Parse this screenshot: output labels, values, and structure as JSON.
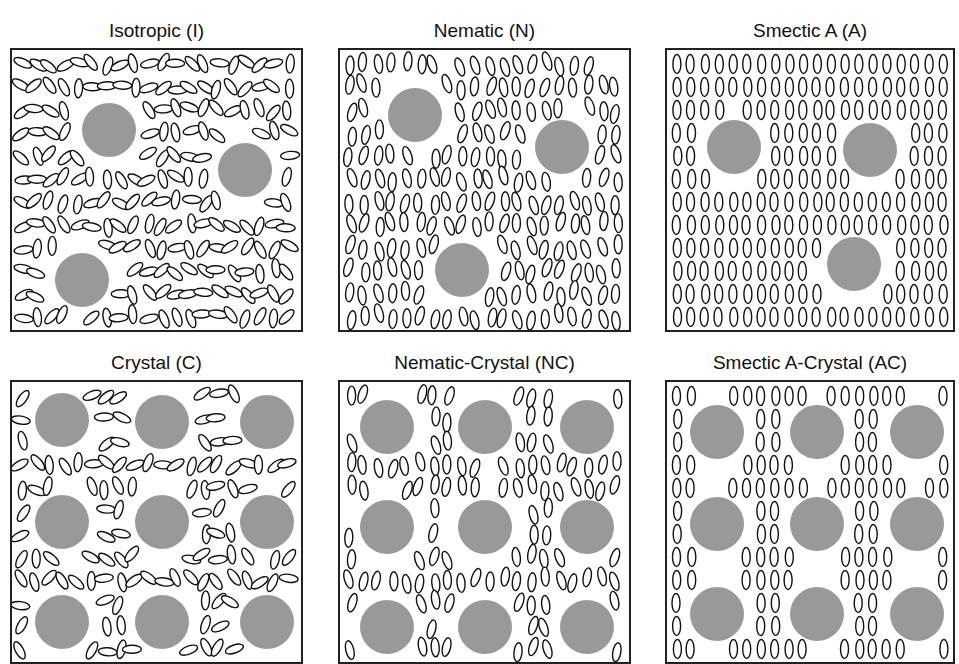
{
  "diagram": {
    "nodes": [
      {
        "text": [
          "Isotropic (I)"
        ]
      },
      {
        "text": [
          "Nematic (N)"
        ]
      },
      {
        "text": [
          "Smectic A (A)"
        ]
      },
      {
        "text": [
          "Crystal (C)"
        ]
      },
      {
        "text": [
          "Nematic-Crystal (NC)"
        ]
      },
      {
        "text": [
          "Smectic A-Crystal (AC)"
        ]
      }
    ]
  }
}
